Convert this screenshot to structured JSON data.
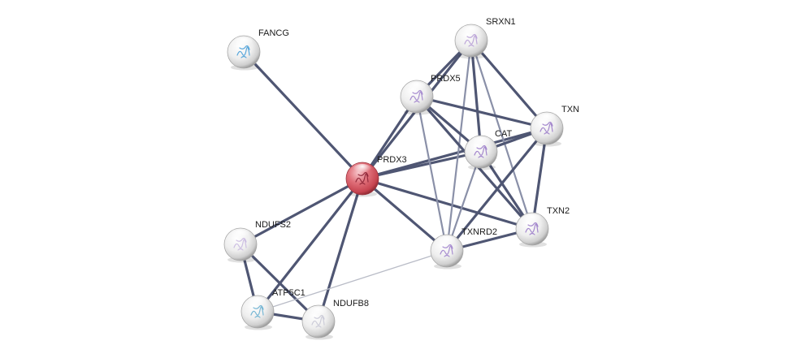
{
  "network": {
    "center_color": "#d9545e",
    "node_color": "#e6e6e6",
    "strong_edge_color": "#4f5673",
    "medium_edge_color": "#8a90a8",
    "weak_edge_color": "#b9bcc7",
    "nodes": [
      {
        "id": "FANCG",
        "label": "FANCG",
        "icon": "protein-structure-icon",
        "icon_color": "#4aa0d8",
        "center": false
      },
      {
        "id": "SRXN1",
        "label": "SRXN1",
        "icon": "protein-structure-icon",
        "icon_color": "#b8a0d6",
        "center": false
      },
      {
        "id": "PRDX5",
        "label": "PRDX5",
        "icon": "protein-structure-icon",
        "icon_color": "#a083cc",
        "center": false
      },
      {
        "id": "TXN",
        "label": "TXN",
        "icon": "protein-structure-icon",
        "icon_color": "#9b7cc9",
        "center": false
      },
      {
        "id": "CAT",
        "label": "CAT",
        "icon": "protein-structure-icon",
        "icon_color": "#9b7cc9",
        "center": false
      },
      {
        "id": "PRDX3",
        "label": "PRDX3",
        "icon": "protein-structure-icon",
        "icon_color": "#8c2435",
        "center": true
      },
      {
        "id": "TXN2",
        "label": "TXN2",
        "icon": "protein-structure-icon",
        "icon_color": "#9b7cc9",
        "center": false
      },
      {
        "id": "TXNRD2",
        "label": "TXNRD2",
        "icon": "protein-structure-icon",
        "icon_color": "#a083cc",
        "center": false
      },
      {
        "id": "NDUFS2",
        "label": "NDUFS2",
        "icon": "protein-structure-icon",
        "icon_color": "#c9b9e0",
        "center": false
      },
      {
        "id": "ATP5C1",
        "label": "ATP5C1",
        "icon": "protein-structure-icon",
        "icon_color": "#6ab0d0",
        "center": false
      },
      {
        "id": "NDUFB8",
        "label": "NDUFB8",
        "icon": "protein-structure-icon",
        "icon_color": "#c9c9d6",
        "center": false
      }
    ],
    "edges": [
      {
        "source": "PRDX3",
        "target": "FANCG",
        "strength": "strong"
      },
      {
        "source": "PRDX3",
        "target": "PRDX5",
        "strength": "strong"
      },
      {
        "source": "PRDX3",
        "target": "CAT",
        "strength": "strong"
      },
      {
        "source": "PRDX3",
        "target": "TXN",
        "strength": "strong"
      },
      {
        "source": "PRDX3",
        "target": "TXN2",
        "strength": "strong"
      },
      {
        "source": "PRDX3",
        "target": "TXNRD2",
        "strength": "strong"
      },
      {
        "source": "PRDX3",
        "target": "NDUFS2",
        "strength": "strong"
      },
      {
        "source": "PRDX3",
        "target": "ATP5C1",
        "strength": "strong"
      },
      {
        "source": "PRDX3",
        "target": "NDUFB8",
        "strength": "strong"
      },
      {
        "source": "PRDX3",
        "target": "SRXN1",
        "strength": "strong"
      },
      {
        "source": "SRXN1",
        "target": "PRDX5",
        "strength": "strong"
      },
      {
        "source": "SRXN1",
        "target": "CAT",
        "strength": "strong"
      },
      {
        "source": "SRXN1",
        "target": "TXN",
        "strength": "strong"
      },
      {
        "source": "SRXN1",
        "target": "TXN2",
        "strength": "medium"
      },
      {
        "source": "SRXN1",
        "target": "TXNRD2",
        "strength": "medium"
      },
      {
        "source": "PRDX5",
        "target": "CAT",
        "strength": "strong"
      },
      {
        "source": "PRDX5",
        "target": "TXN",
        "strength": "strong"
      },
      {
        "source": "PRDX5",
        "target": "TXN2",
        "strength": "strong"
      },
      {
        "source": "PRDX5",
        "target": "TXNRD2",
        "strength": "medium"
      },
      {
        "source": "TXN",
        "target": "CAT",
        "strength": "strong"
      },
      {
        "source": "TXN",
        "target": "TXN2",
        "strength": "strong"
      },
      {
        "source": "TXN",
        "target": "TXNRD2",
        "strength": "strong"
      },
      {
        "source": "CAT",
        "target": "TXN2",
        "strength": "strong"
      },
      {
        "source": "CAT",
        "target": "TXNRD2",
        "strength": "medium"
      },
      {
        "source": "TXN2",
        "target": "TXNRD2",
        "strength": "strong"
      },
      {
        "source": "NDUFS2",
        "target": "ATP5C1",
        "strength": "strong"
      },
      {
        "source": "NDUFS2",
        "target": "NDUFB8",
        "strength": "strong"
      },
      {
        "source": "ATP5C1",
        "target": "NDUFB8",
        "strength": "strong"
      },
      {
        "source": "ATP5C1",
        "target": "TXNRD2",
        "strength": "weak"
      }
    ]
  }
}
